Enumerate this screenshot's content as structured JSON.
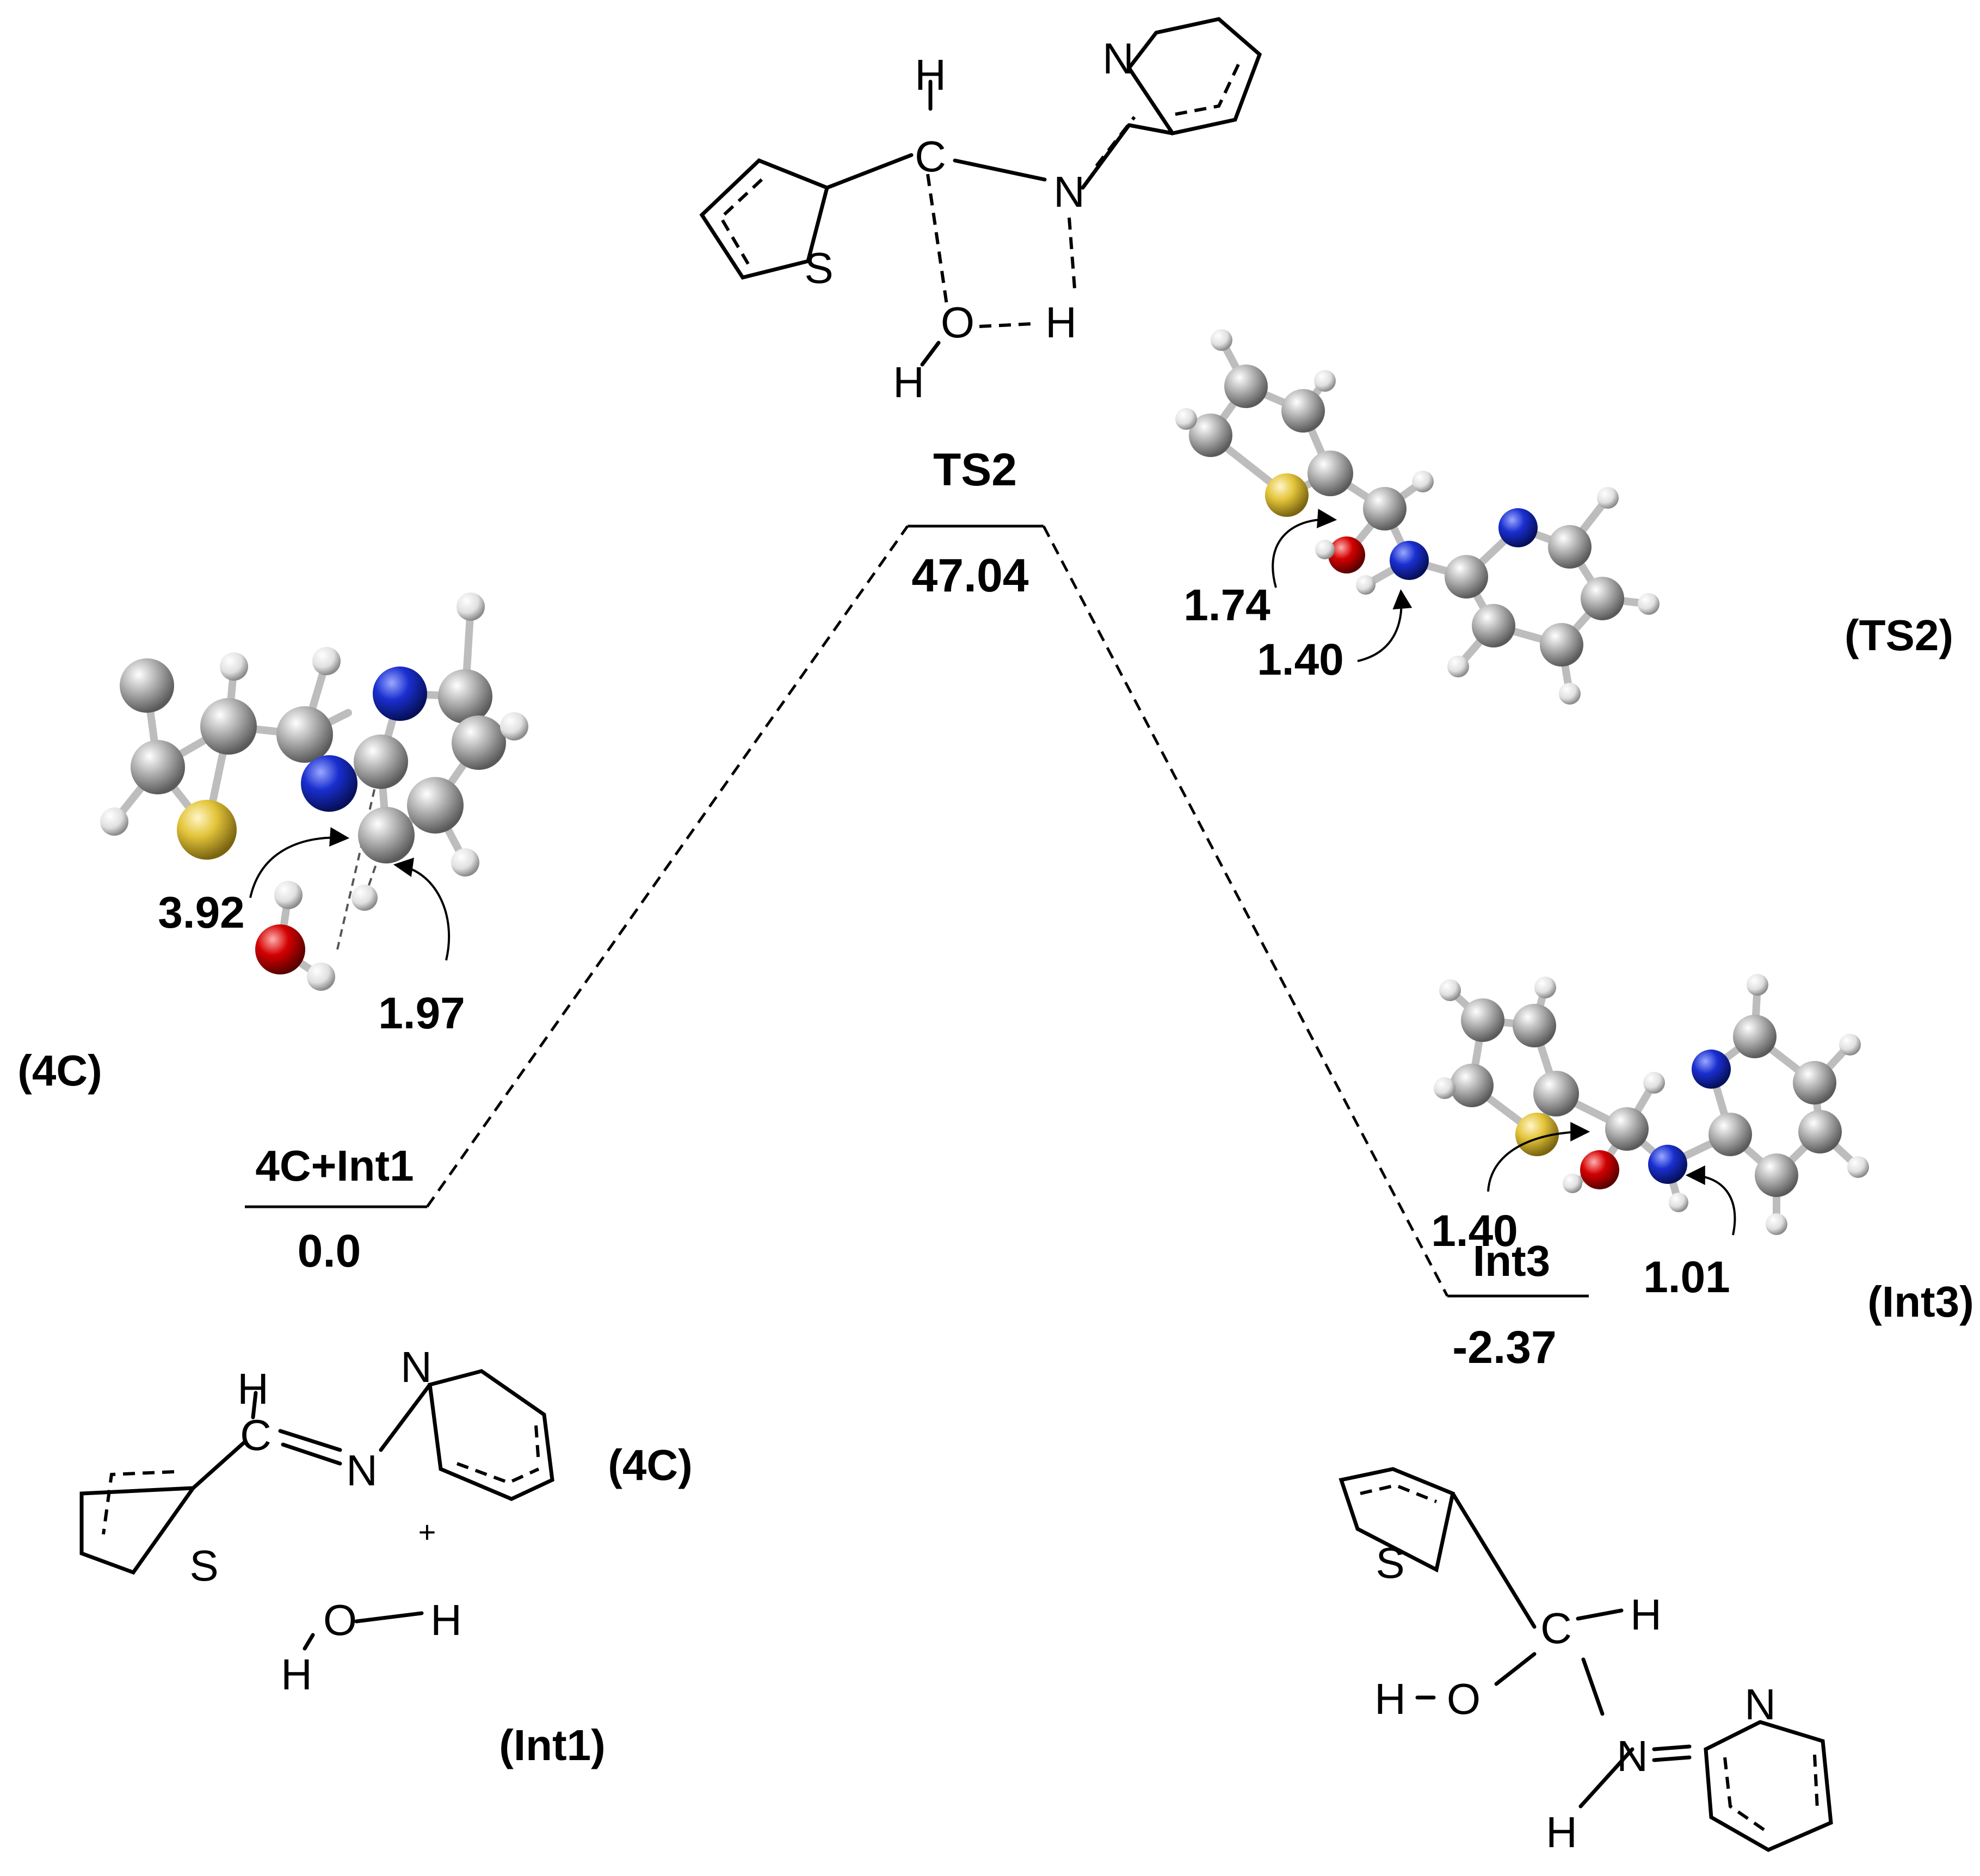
{
  "levels": {
    "reactant": {
      "name": "4C+Int1",
      "energy": "0.0"
    },
    "ts": {
      "name": "TS2",
      "energy": "47.04"
    },
    "product": {
      "name": "Int3",
      "energy": "-2.37"
    }
  },
  "structure_labels": {
    "model_4c": "(4C)",
    "model_ts2": "(TS2)",
    "model_int3": "(Int3)",
    "scheme_4c": "(4C)",
    "scheme_int1": "(Int1)",
    "plus": "+"
  },
  "distances": {
    "c4_a": "3.92",
    "c4_b": "1.97",
    "ts2_a": "1.74",
    "ts2_b": "1.40",
    "int3_a": "1.40",
    "int3_b": "1.01"
  },
  "atoms": {
    "H": "H",
    "C": "C",
    "N": "N",
    "O": "O",
    "S": "S"
  },
  "atom_colors": {
    "carbon": "#8c8c8c",
    "hydrogen": "#e6e6e6",
    "nitrogen": "#1a2fd0",
    "oxygen": "#d40000",
    "sulfur": "#e3c43a"
  }
}
